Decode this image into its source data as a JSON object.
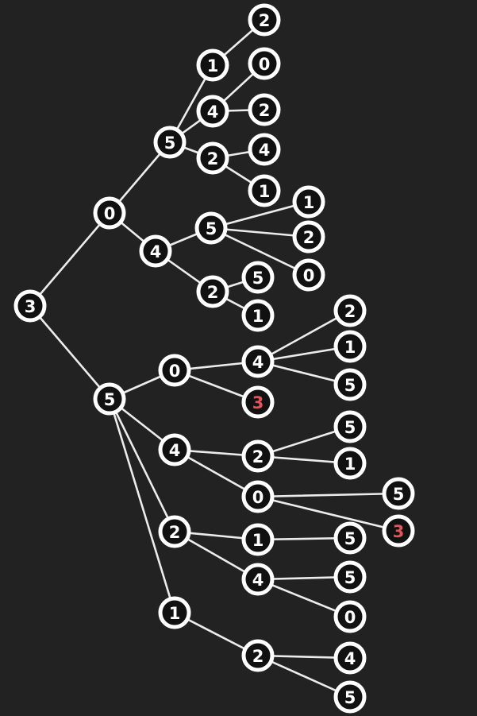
{
  "colors": {
    "background": "#222222",
    "edge": "#ececec",
    "node_fill": "#111111",
    "node_stroke": "#ffffff",
    "label": "#ffffff",
    "highlight": "#e0555b"
  },
  "tree": {
    "nodes": [
      {
        "id": "n0",
        "label": "3"
      },
      {
        "id": "n1",
        "label": "0"
      },
      {
        "id": "n2",
        "label": "5"
      },
      {
        "id": "n3",
        "label": "1"
      },
      {
        "id": "n4",
        "label": "2"
      },
      {
        "id": "n5",
        "label": "4"
      },
      {
        "id": "n6",
        "label": "0"
      },
      {
        "id": "n7",
        "label": "2"
      },
      {
        "id": "n8",
        "label": "2"
      },
      {
        "id": "n9",
        "label": "4"
      },
      {
        "id": "n10",
        "label": "1"
      },
      {
        "id": "n11",
        "label": "4"
      },
      {
        "id": "n12",
        "label": "5"
      },
      {
        "id": "n13",
        "label": "1"
      },
      {
        "id": "n14",
        "label": "2"
      },
      {
        "id": "n15",
        "label": "0"
      },
      {
        "id": "n16",
        "label": "2"
      },
      {
        "id": "n17",
        "label": "5"
      },
      {
        "id": "n18",
        "label": "1"
      },
      {
        "id": "n19",
        "label": "5"
      },
      {
        "id": "n20",
        "label": "0"
      },
      {
        "id": "n21",
        "label": "4"
      },
      {
        "id": "n22",
        "label": "2"
      },
      {
        "id": "n23",
        "label": "1"
      },
      {
        "id": "n24",
        "label": "5"
      },
      {
        "id": "n25",
        "label": "3",
        "highlight": true
      },
      {
        "id": "n26",
        "label": "4"
      },
      {
        "id": "n27",
        "label": "2"
      },
      {
        "id": "n28",
        "label": "5"
      },
      {
        "id": "n29",
        "label": "1"
      },
      {
        "id": "n30",
        "label": "0"
      },
      {
        "id": "n31",
        "label": "5"
      },
      {
        "id": "n32",
        "label": "3",
        "highlight": true
      },
      {
        "id": "n33",
        "label": "2"
      },
      {
        "id": "n34",
        "label": "1"
      },
      {
        "id": "n35",
        "label": "5"
      },
      {
        "id": "n36",
        "label": "4"
      },
      {
        "id": "n37",
        "label": "5"
      },
      {
        "id": "n38",
        "label": "0"
      },
      {
        "id": "n39",
        "label": "1"
      },
      {
        "id": "n40",
        "label": "2"
      },
      {
        "id": "n41",
        "label": "4"
      },
      {
        "id": "n42",
        "label": "5"
      }
    ],
    "edges": [
      [
        "n0",
        "n1"
      ],
      [
        "n0",
        "n19"
      ],
      [
        "n1",
        "n2"
      ],
      [
        "n1",
        "n11"
      ],
      [
        "n2",
        "n3"
      ],
      [
        "n2",
        "n5"
      ],
      [
        "n2",
        "n8"
      ],
      [
        "n3",
        "n4"
      ],
      [
        "n5",
        "n6"
      ],
      [
        "n5",
        "n7"
      ],
      [
        "n8",
        "n9"
      ],
      [
        "n8",
        "n10"
      ],
      [
        "n11",
        "n12"
      ],
      [
        "n11",
        "n16"
      ],
      [
        "n12",
        "n13"
      ],
      [
        "n12",
        "n14"
      ],
      [
        "n12",
        "n15"
      ],
      [
        "n16",
        "n17"
      ],
      [
        "n16",
        "n18"
      ],
      [
        "n19",
        "n20"
      ],
      [
        "n19",
        "n26"
      ],
      [
        "n19",
        "n33"
      ],
      [
        "n19",
        "n39"
      ],
      [
        "n20",
        "n21"
      ],
      [
        "n20",
        "n25"
      ],
      [
        "n21",
        "n22"
      ],
      [
        "n21",
        "n23"
      ],
      [
        "n21",
        "n24"
      ],
      [
        "n26",
        "n27"
      ],
      [
        "n26",
        "n30"
      ],
      [
        "n27",
        "n28"
      ],
      [
        "n27",
        "n29"
      ],
      [
        "n30",
        "n31"
      ],
      [
        "n30",
        "n32"
      ],
      [
        "n33",
        "n34"
      ],
      [
        "n33",
        "n36"
      ],
      [
        "n34",
        "n35"
      ],
      [
        "n36",
        "n37"
      ],
      [
        "n36",
        "n38"
      ],
      [
        "n39",
        "n40"
      ],
      [
        "n40",
        "n41"
      ],
      [
        "n40",
        "n42"
      ]
    ]
  }
}
